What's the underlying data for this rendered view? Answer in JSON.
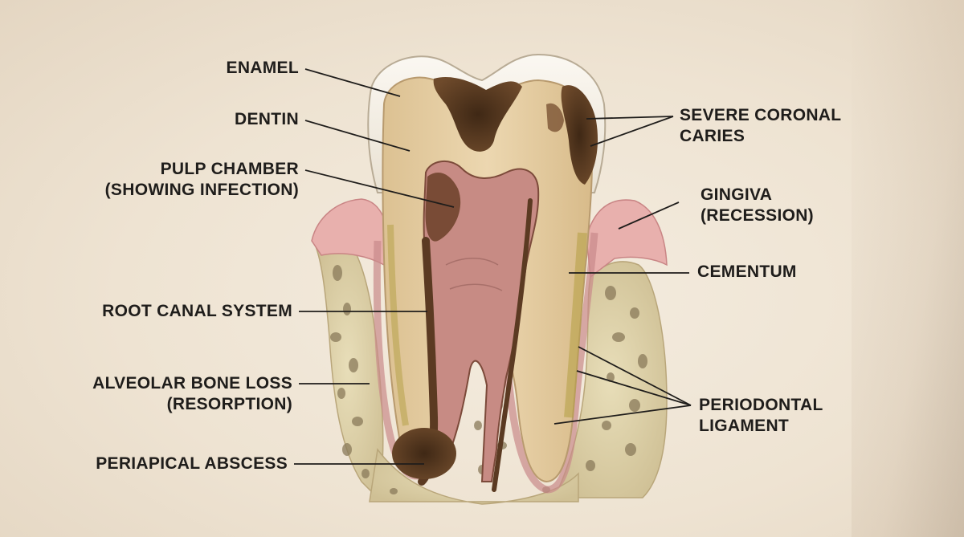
{
  "labels": {
    "enamel": "ENAMEL",
    "dentin": "DENTIN",
    "pulp_chamber": "PULP CHAMBER\n(SHOWING INFECTION)",
    "root_canal": "ROOT CANAL SYSTEM",
    "bone_loss": "ALVEOLAR BONE LOSS\n(RESORPTION)",
    "abscess": "PERIAPICAL ABSCESS",
    "caries": "SEVERE CORONAL\nCARIES",
    "gingiva": "GINGIVA\n(RECESSION)",
    "cementum": "CEMENTUM",
    "ligament": "PERIODONTAL\nLIGAMENT"
  },
  "colors": {
    "background": "#efe4d4",
    "enamel": "#f3efe8",
    "dentin": "#e6cfa6",
    "pulp": "#c98d86",
    "decay": "#5b3a22",
    "gingiva": "#e3a3a3",
    "bone": "#ddd2ad",
    "leader_line": "#1f1d1b"
  }
}
